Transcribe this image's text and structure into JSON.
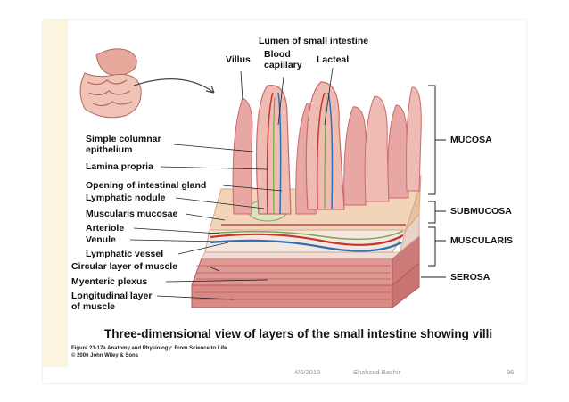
{
  "labels": {
    "lumen": "Lumen of small intestine",
    "villus": "Villus",
    "blood_capillary": "Blood capillary",
    "lacteal": "Lacteal",
    "simple_columnar": "Simple columnar epithelium",
    "lamina_propria": "Lamina propria",
    "opening_gland": "Opening of intestinal gland",
    "lymphatic_nodule": "Lymphatic nodule",
    "muscularis_mucosae": "Muscularis mucosae",
    "arteriole": "Arteriole",
    "venule": "Venule",
    "lymphatic_vessel": "Lymphatic vessel",
    "circular_muscle": "Circular layer of muscle",
    "myenteric_plexus": "Myenteric plexus",
    "longitudinal_muscle": "Longitudinal layer of muscle"
  },
  "layers": {
    "mucosa": "MUCOSA",
    "submucosa": "SUBMUCOSA",
    "muscularis": "MUSCULARIS",
    "serosa": "SEROSA"
  },
  "caption": {
    "title": "Three-dimensional view of layers of the small intestine showing villi",
    "figure": "Figure 23-17a  Anatomy and Physiology: From Science to Life",
    "copyright": "© 2006 John Wiley & Sons"
  },
  "footer": {
    "date": "4/6/2013",
    "author": "Shahzad Bashir",
    "page": "96"
  },
  "colors": {
    "villus_pink": "#e9a7a4",
    "villus_dark": "#c96a6c",
    "lamina": "#f2d4b8",
    "submucosa": "#f3e7df",
    "muscle": "#d98a86",
    "muscle_dark": "#b5595a",
    "artery": "#c8342f",
    "vein": "#2f6fb5",
    "lymph": "#7aa64a"
  }
}
